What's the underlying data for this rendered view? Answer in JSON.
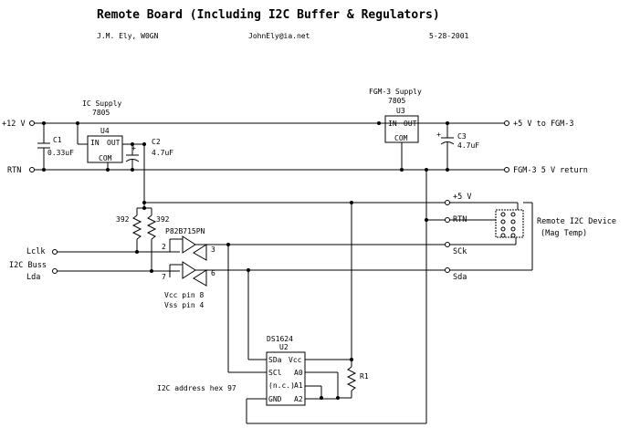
{
  "header": {
    "title": "Remote Board (Including I2C Buffer & Regulators)",
    "author": "J.M. Ely, W0GN",
    "email": "JohnEly@ia.net",
    "date": "5-28-2001"
  },
  "rails": {
    "plus12": "+12 V",
    "rtn": "RTN",
    "fgm_5v": "+5 V to FGM-3",
    "fgm_return": "FGM-3 5 V return"
  },
  "ic_supply": {
    "label": "IC Supply",
    "part": "7805",
    "ref": "U4",
    "pin_in": "IN",
    "pin_out": "OUT",
    "pin_com": "COM"
  },
  "fgm_supply": {
    "label": "FGM-3 Supply",
    "part": "7805",
    "ref": "U3",
    "pin_in": "IN",
    "pin_out": "OUT",
    "pin_com": "COM"
  },
  "caps": {
    "c1_ref": "C1",
    "c1_val": "0.33uF",
    "c2_ref": "C2",
    "c2_val": "4.7uF",
    "c3_ref": "C3",
    "c3_val": "4.7uF",
    "plus": "+"
  },
  "resistors": {
    "r_a": "392",
    "r_b": "392",
    "r1": "R1"
  },
  "buffer": {
    "part": "P82B715PN",
    "pin2": "2",
    "pin3": "3",
    "pin6": "6",
    "pin7": "7",
    "vcc_note": "Vcc pin 8",
    "vss_note": "Vss pin 4"
  },
  "i2c_buss": {
    "lclk": "Lclk",
    "buss_label": "I2C Buss",
    "lda": "Lda"
  },
  "remote_conn": {
    "plus5": "+5 V",
    "rtn": "RTN",
    "sck": "SCk",
    "sda": "Sda",
    "device_label": "Remote I2C Device",
    "device_sub": "(Mag Temp)"
  },
  "ds1624": {
    "part": "DS1624",
    "ref": "U2",
    "sda": "SDa",
    "scl": "SCl",
    "nc": "(n.c.)",
    "gnd": "GND",
    "vcc": "Vcc",
    "a0": "A0",
    "a1": "A1",
    "a2": "A2",
    "address_note": "I2C address hex 97"
  }
}
